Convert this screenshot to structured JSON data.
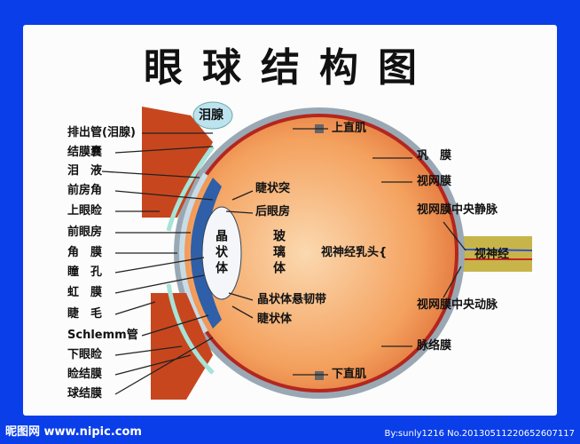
{
  "title": "眼球结构图",
  "lacrimal_gland": "泪腺",
  "left_labels": [
    "排出管(泪腺)",
    "结膜囊",
    "泪　液",
    "前房角",
    "上眼睑",
    "前眼房",
    "角　膜",
    "瞳　孔",
    "虹　膜",
    "睫　毛",
    "Schlemm管",
    "下眼睑",
    "睑结膜",
    "球结膜"
  ],
  "inner_labels": {
    "ciliary_process": "睫状突",
    "posterior_chamber": "后眼房",
    "lens": "晶状体",
    "vitreous": "玻璃体",
    "optic_disc": "视神经乳头{",
    "zonule": "晶状体悬韧带",
    "ciliary_body": "睫状体"
  },
  "right_labels": {
    "superior_rectus": "上直肌",
    "sclera": "巩　膜",
    "retina": "视网膜",
    "central_vein": "视网膜中央静脉",
    "optic_nerve": "视神经",
    "central_artery": "视网膜中央动脉",
    "choroid": "脉络膜",
    "inferior_rectus": "下直肌"
  },
  "footer": {
    "site": "昵图网 www.nipic.com",
    "credit": "By:sunly1216  No.20130511220652607117"
  },
  "colors": {
    "frame": "#0a3ee8",
    "eyeball": "#f4a15e",
    "cornea": "#2f5fa8",
    "sclera": "#9aa8b4"
  }
}
